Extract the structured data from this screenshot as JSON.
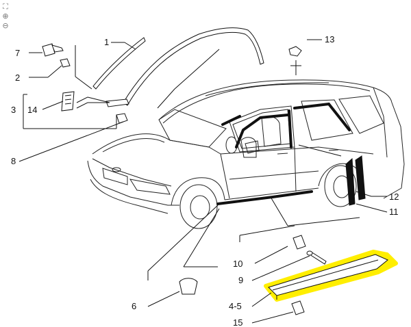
{
  "toolbar": {
    "fit_icon": "fit-screen-icon",
    "zoom_in_icon": "zoom-in-icon",
    "zoom_out_icon": "zoom-out-icon"
  },
  "colors": {
    "highlight": "#ffee00",
    "line": "#111111",
    "background": "#ffffff"
  },
  "callouts": {
    "c1": "1",
    "c2": "2",
    "c3": "3",
    "c4_5": "4-5",
    "c6": "6",
    "c7": "7",
    "c8": "8",
    "c9": "9",
    "c10": "10",
    "c11": "11",
    "c12": "12",
    "c13": "13",
    "c14": "14",
    "c15": "15"
  }
}
